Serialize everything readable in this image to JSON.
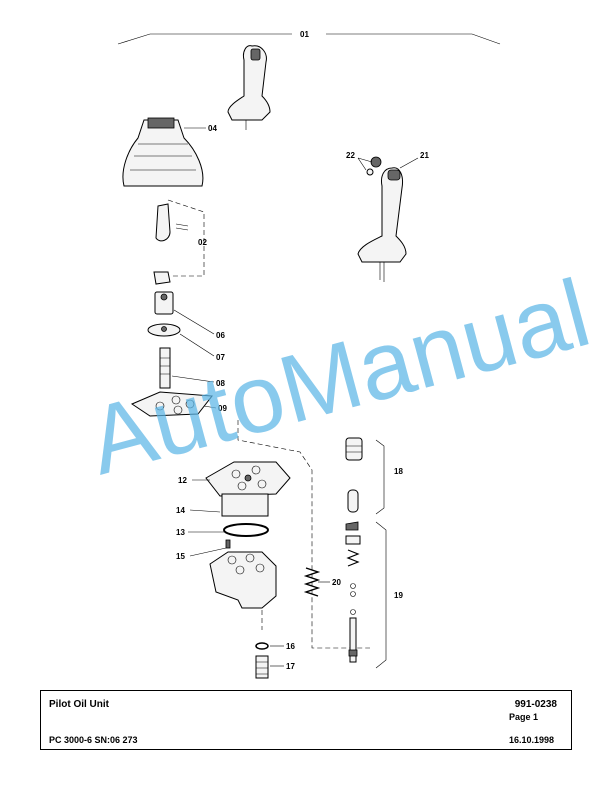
{
  "diagram": {
    "watermark": "AutoManual",
    "callouts": {
      "c01": "01",
      "c02": "02",
      "c04": "04",
      "c06": "06",
      "c07": "07",
      "c08": "08",
      "c09": "09",
      "c12": "12",
      "c13": "13",
      "c14": "14",
      "c15": "15",
      "c16": "16",
      "c17": "17",
      "c18": "18",
      "c19": "19",
      "c20": "20",
      "c21": "21",
      "c22": "22"
    }
  },
  "title_block": {
    "title": "Pilot Oil Unit",
    "code": "991-0238",
    "page": "Page 1",
    "model": "PC 3000-6 SN:06 273",
    "date": "16.10.1998"
  }
}
